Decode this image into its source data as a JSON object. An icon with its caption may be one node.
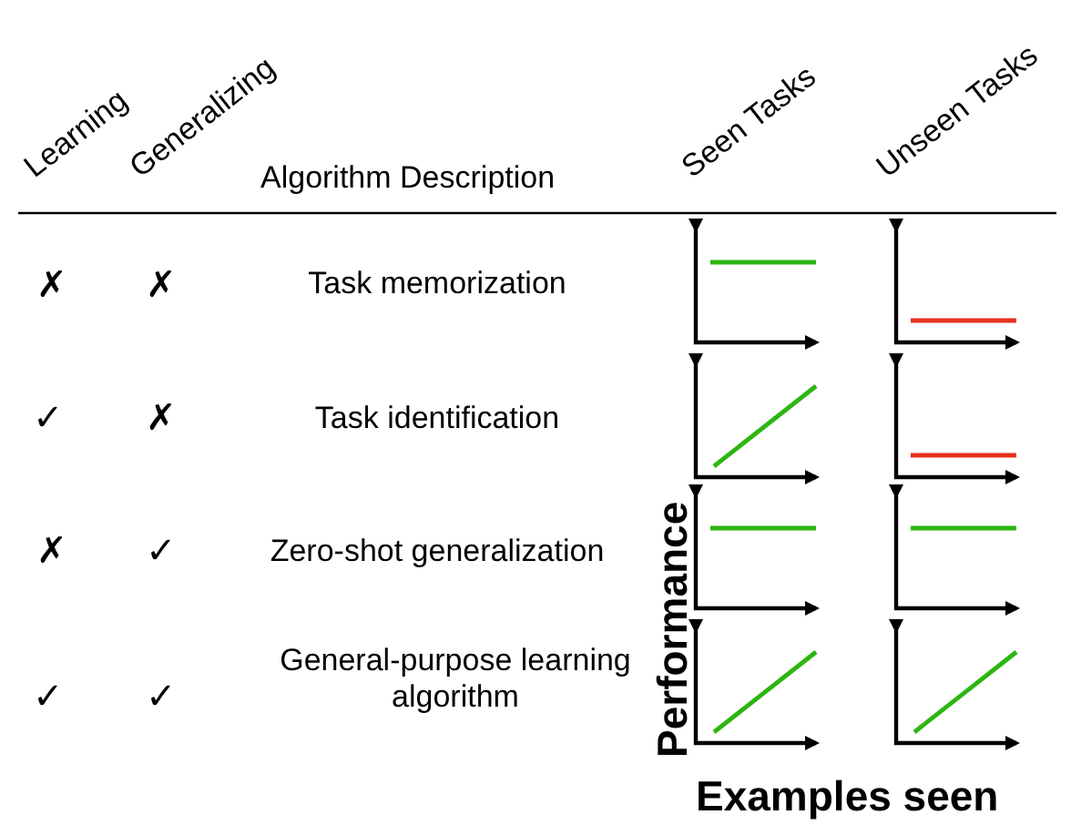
{
  "diagram": {
    "labels": [
      "Learning",
      "Generalizing",
      "Algorithm Description",
      "Seen Tasks",
      "Unseen Tasks",
      "✗",
      "✗",
      "Task memorization",
      "✓",
      "✗",
      "Task identification",
      "✗",
      "✓",
      "Zero-shot generalization",
      "✓",
      "✓",
      "General-purpose learning algorithm",
      "Performance",
      "Examples seen"
    ]
  }
}
